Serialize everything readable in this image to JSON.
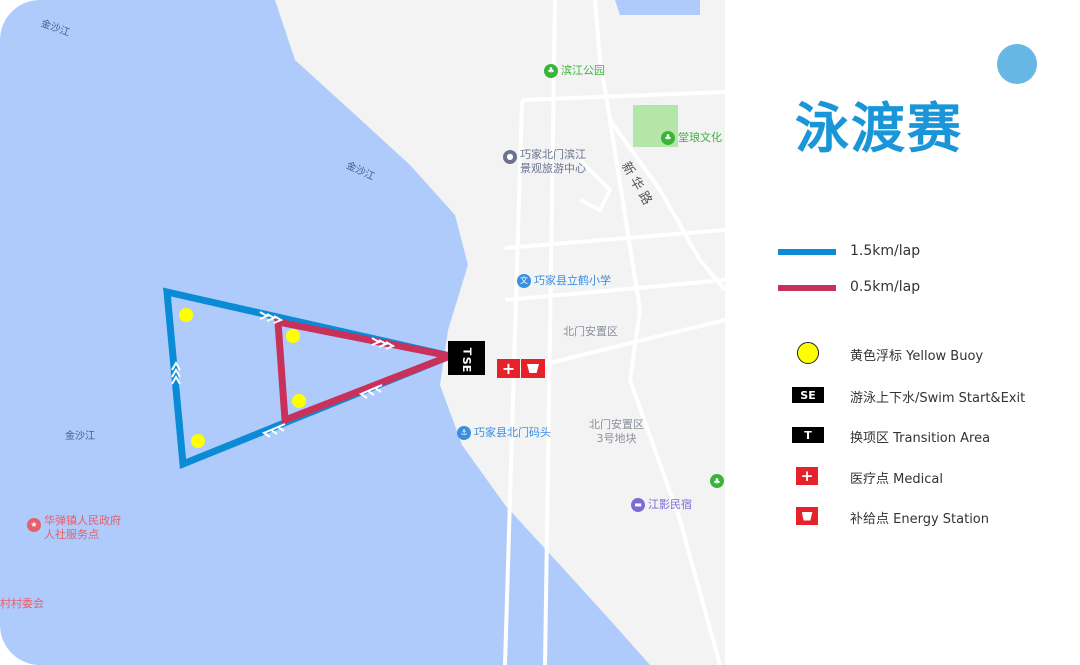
{
  "title": "泳渡赛",
  "map": {
    "water_labels": [
      "金沙江",
      "金沙江",
      "金沙江"
    ],
    "pois": [
      {
        "name": "滨江公园",
        "color": "#3cb43c"
      },
      {
        "name": "堂琅文化",
        "color": "#3cb43c"
      },
      {
        "name": "巧家北门滨江",
        "name2": "景观旅游中心",
        "color": "#6b7390"
      },
      {
        "name": "巧家县立鹤小学",
        "color": "#3a8fe0"
      },
      {
        "name": "巧家县北门码头",
        "color": "#3a8fe0"
      },
      {
        "name": "江影民宿",
        "color": "#7a6bd6"
      },
      {
        "name": "华弹镇人民政府",
        "name2": "人社服务点",
        "color": "#e5606a"
      },
      {
        "name": "村村委会",
        "color": "#e5606a"
      }
    ],
    "area_labels": [
      "北门安置区",
      "北门安置区",
      "3号地块"
    ],
    "road_label": "新华路",
    "markers": {
      "transition": "T",
      "swim": "SE"
    }
  },
  "legend": {
    "lines": [
      {
        "label": "1.5km/lap",
        "color": "#0a8bd6"
      },
      {
        "label": "0.5km/lap",
        "color": "#c8325a"
      }
    ],
    "items": [
      {
        "label": "黄色浮标 Yellow Buoy"
      },
      {
        "icon_text": "SE",
        "label": "游泳上下水/Swim Start&Exit"
      },
      {
        "icon_text": "T",
        "label": "换项区 Transition Area"
      },
      {
        "icon_text": "+",
        "label": "医疗点  Medical"
      },
      {
        "label": "补给点  Energy Station"
      }
    ]
  }
}
